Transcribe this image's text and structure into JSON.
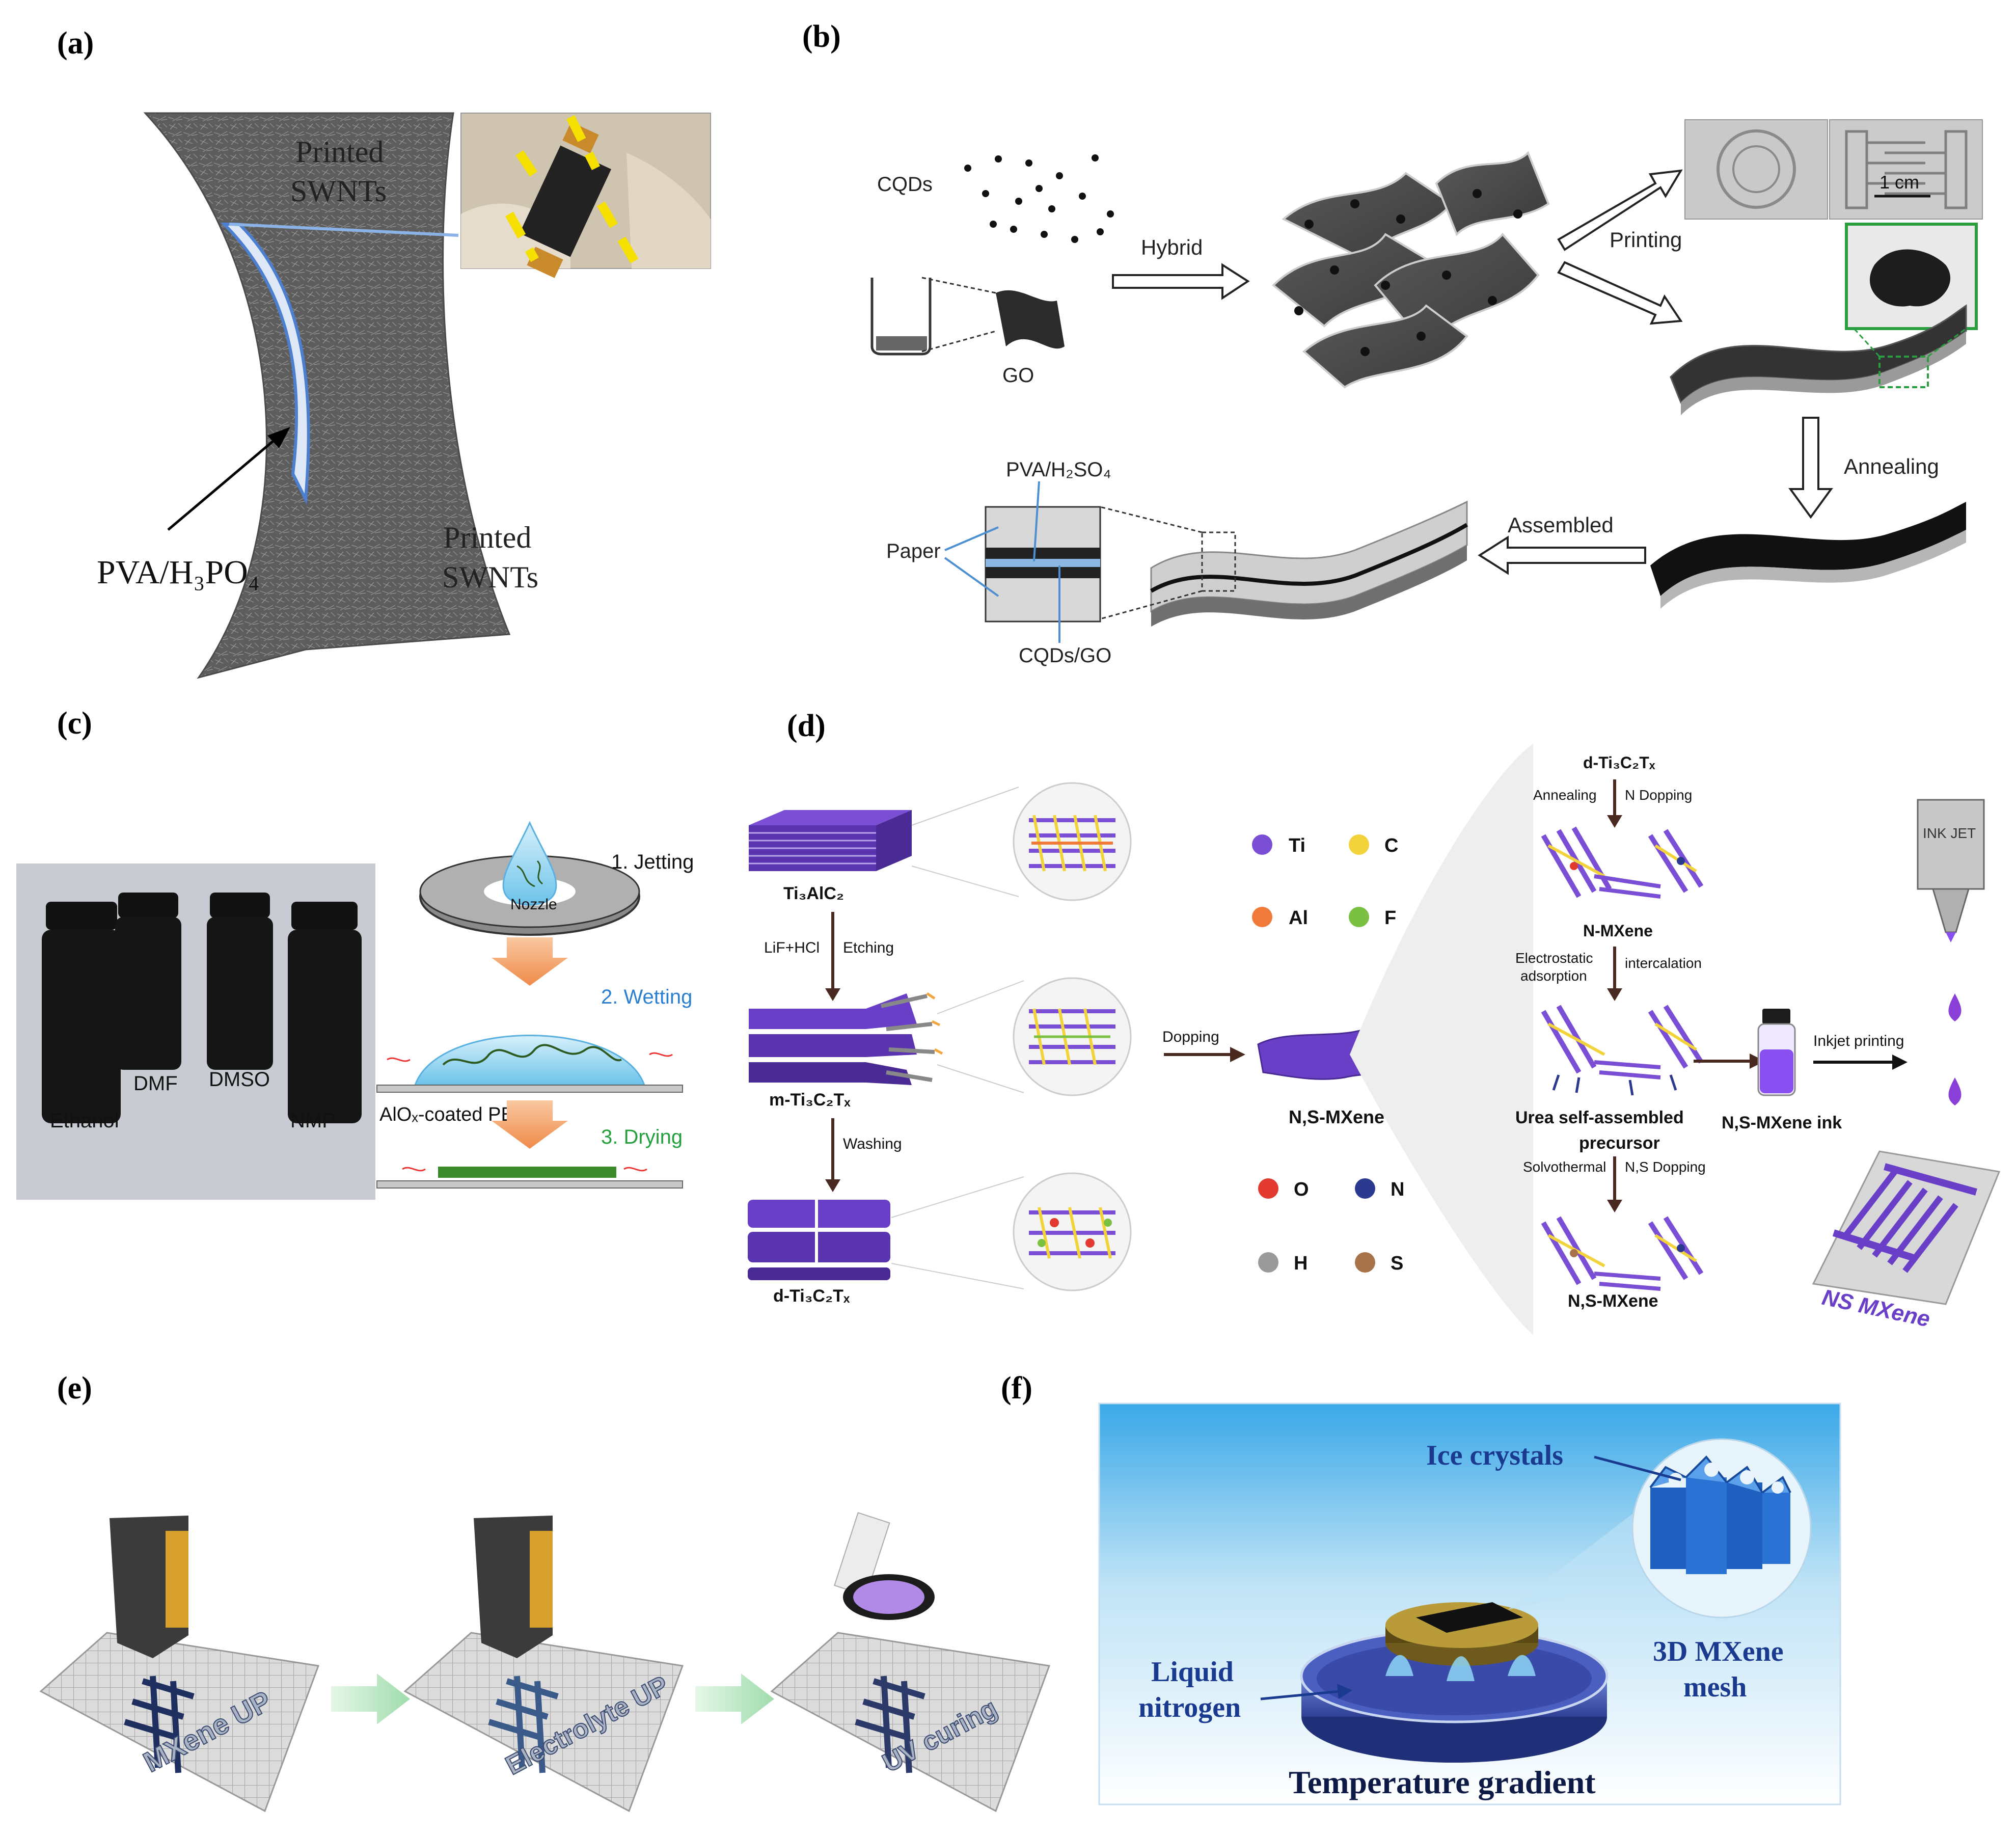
{
  "panels": {
    "a": {
      "label": "(a)",
      "top_text": "Printed",
      "top_text2": "SWNTs",
      "bottom_text": "Printed",
      "bottom_text2": "SWNTs",
      "electrolyte": "PVA/H₃PO₄"
    },
    "b": {
      "label": "(b)",
      "cqds": "CQDs",
      "go": "GO",
      "hybrid": "Hybrid",
      "printing": "Printing",
      "scale": "1 cm",
      "annealing": "Annealing",
      "assembled": "Assembled",
      "electrolyte": "PVA/H₂SO₄",
      "paper": "Paper",
      "cqds_go": "CQDs/GO"
    },
    "c": {
      "label": "(c)",
      "solvents": [
        "Ethanol",
        "DMF",
        "DMSO",
        "NMP"
      ],
      "step1": "1. Jetting",
      "nozzle": "Nozzle",
      "step2": "2. Wetting",
      "substrate": "AlOₓ-coated PET",
      "step3": "3. Drying"
    },
    "d": {
      "label": "(d)",
      "max": "Ti₃AlC₂",
      "etch_reagent": "LiF+HCl",
      "etching": "Etching",
      "m_mxene": "m-Ti₃C₂Tₓ",
      "washing": "Washing",
      "d_mxene": "d-Ti₃C₂Tₓ",
      "dopping": "Dopping",
      "ns_mxene_center": "N,S-MXene",
      "legend": [
        {
          "symbol": "Ti",
          "color": "#7a4fd6"
        },
        {
          "symbol": "C",
          "color": "#f3d33c"
        },
        {
          "symbol": "Al",
          "color": "#f07a3a"
        },
        {
          "symbol": "F",
          "color": "#79c043"
        },
        {
          "symbol": "O",
          "color": "#e23a2e"
        },
        {
          "symbol": "N",
          "color": "#2b3a8f"
        },
        {
          "symbol": "H",
          "color": "#9a9a9a"
        },
        {
          "symbol": "S",
          "color": "#a8724a"
        }
      ],
      "d_mxene_top": "d-Ti₃C₂Tₓ",
      "annealing": "Annealing",
      "n_doping": "N Dopping",
      "n_mxene": "N-MXene",
      "electrostatic": "Electrostatic",
      "adsorption": "adsorption",
      "intercalation": "intercalation",
      "urea": "Urea self-assembled",
      "precursor": "precursor",
      "solvothermal": "Solvothermal",
      "ns_doping": "N,S Dopping",
      "ns_mxene_bottom": "N,S-MXene",
      "ink": "N,S-MXene ink",
      "inkjet_printing": "Inkjet printing",
      "ink_jet": "INK JET",
      "device_text": "NS MXene"
    },
    "e": {
      "label": "(e)",
      "step1": "MXene UP",
      "step2": "Electrolyte UP",
      "step3": "UV curing"
    },
    "f": {
      "label": "(f)",
      "ice": "Ice crystals",
      "liquid": "Liquid",
      "nitrogen": "nitrogen",
      "mesh1": "3D MXene",
      "mesh2": "mesh",
      "gradient": "Temperature gradient"
    }
  }
}
